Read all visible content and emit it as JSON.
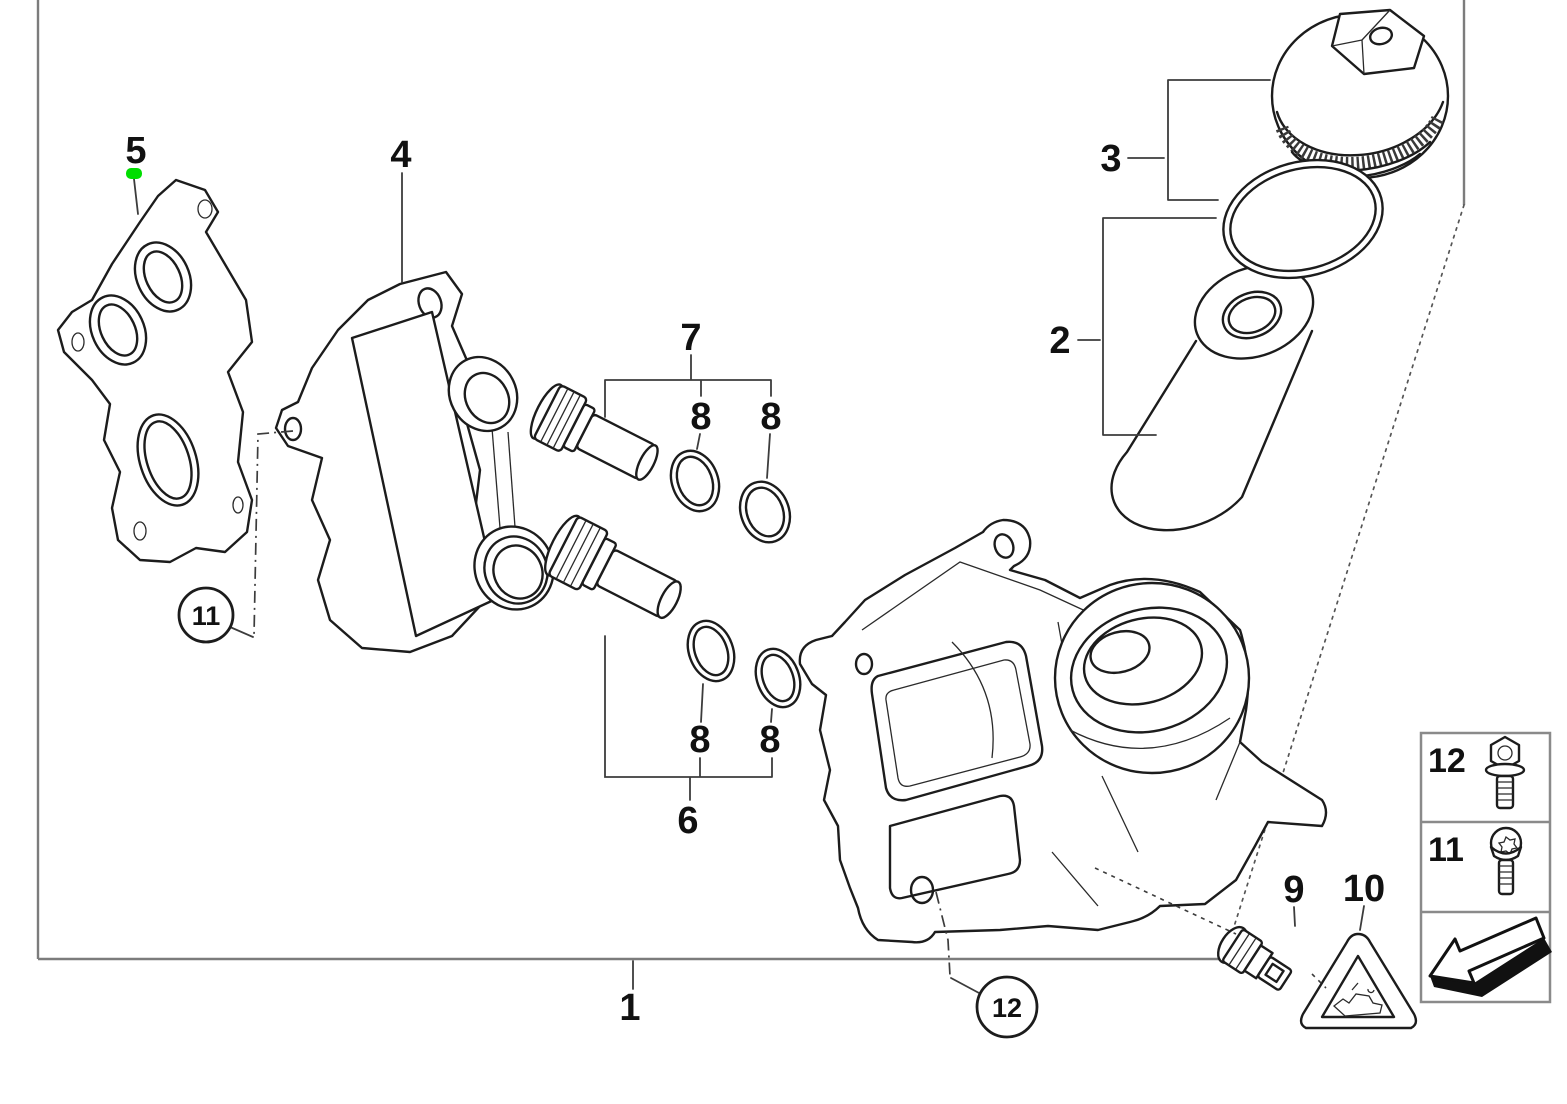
{
  "diagram": {
    "subject": "Exploded parts diagram - engine oil filter housing with oil cooler",
    "background": "#ffffff",
    "colors": {
      "line": "#1c1c1c",
      "frame": "#7c7c7c",
      "leader": "#3c3c3c",
      "highlight_marker": "#00de00",
      "legend_border": "#8a8a8a",
      "hazard_line": "#1c1c1c"
    },
    "callouts": {
      "p1": "1",
      "p2": "2",
      "p3": "3",
      "p4": "4",
      "p5": "5",
      "p6": "6",
      "p7": "7",
      "p8": "8",
      "p9": "9",
      "p10": "10",
      "p11": "11",
      "p12": "12"
    },
    "legend": {
      "row_bolt": "12",
      "row_screw": "11"
    },
    "icons": {
      "marker": "green-dot-marker",
      "legend_bolt": "hex-flange-bolt",
      "legend_screw": "torx-pan-head-screw",
      "legend_arrow": "direction-of-travel-arrow",
      "hazard": "engine-warning-triangle"
    }
  }
}
